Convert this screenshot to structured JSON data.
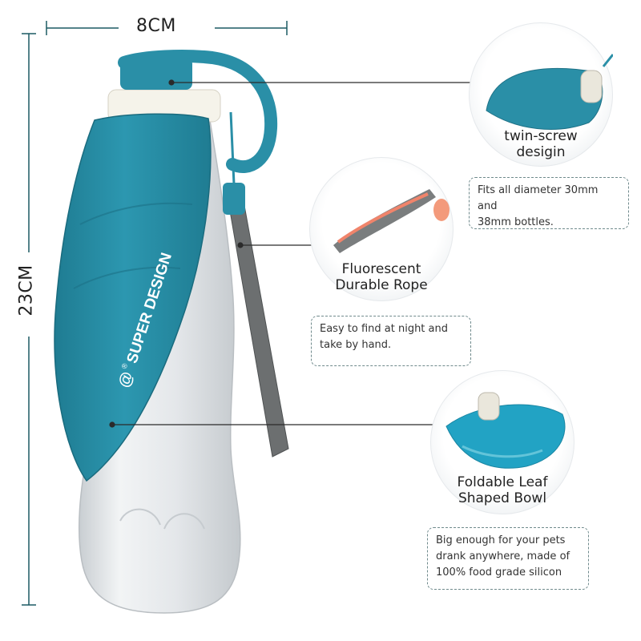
{
  "dimensions": {
    "width_label": "8CM",
    "height_label": "23CM"
  },
  "bottle": {
    "brand_text": "SUPER DESIGN",
    "logo_symbol": "@",
    "registered_mark": "®",
    "colors": {
      "bowl": "#2a8fa7",
      "bowl_dark": "#1f7287",
      "cap": "#f5f3ea",
      "strap": "#6c6f70",
      "bottle": "#dfe3e6"
    }
  },
  "callouts": [
    {
      "title_lines": [
        "twin-screw",
        "desigin"
      ],
      "note_lines": [
        "Fits all diameter 30mm and",
        "38mm bottles."
      ]
    },
    {
      "title_lines": [
        "Fluorescent",
        "Durable Rope"
      ],
      "note_lines": [
        "Easy to find at night and",
        "take  by hand."
      ]
    },
    {
      "title_lines": [
        "Foldable Leaf",
        "Shaped Bowl"
      ],
      "note_lines": [
        "Big enough for your pets",
        "drank anywhere, made of",
        "100% food grade silicon"
      ]
    }
  ]
}
